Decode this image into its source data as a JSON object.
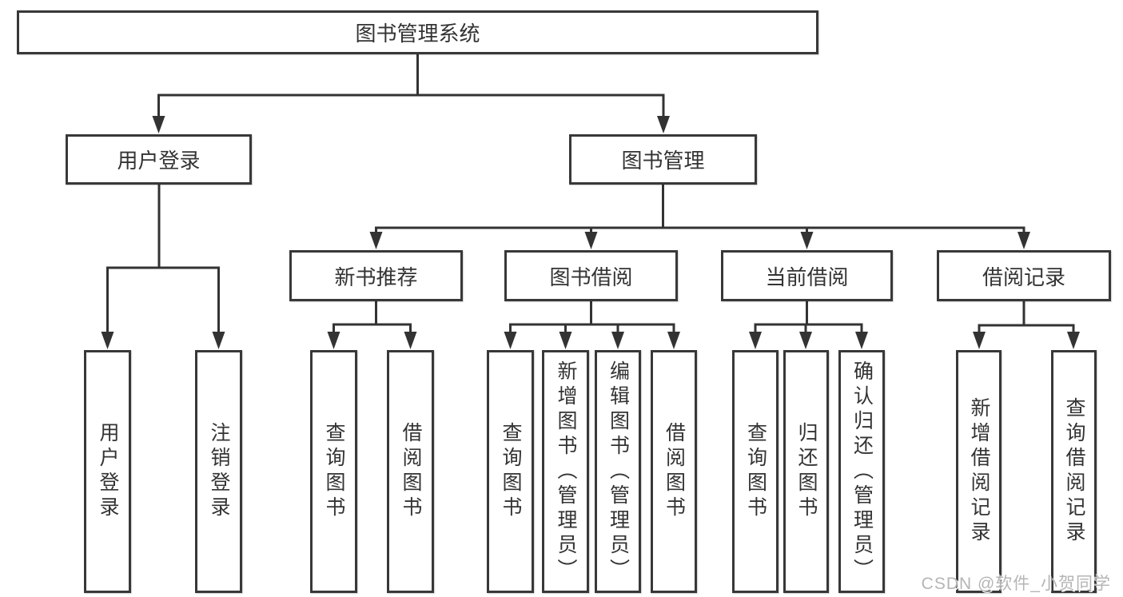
{
  "tree": {
    "label": "图书管理系统",
    "children": [
      {
        "label": "用户登录",
        "children": [
          {
            "label": "用户登录"
          },
          {
            "label": "注销登录"
          }
        ]
      },
      {
        "label": "图书管理",
        "children": [
          {
            "label": "新书推荐",
            "children": [
              {
                "label": "查询图书"
              },
              {
                "label": "借阅图书"
              }
            ]
          },
          {
            "label": "图书借阅",
            "children": [
              {
                "label": "查询图书"
              },
              {
                "label": "新增图书（管理员）"
              },
              {
                "label": "编辑图书（管理员）"
              },
              {
                "label": "借阅图书"
              }
            ]
          },
          {
            "label": "当前借阅",
            "children": [
              {
                "label": "查询图书"
              },
              {
                "label": "归还图书"
              },
              {
                "label": "确认归还（管理员）"
              }
            ]
          },
          {
            "label": "借阅记录",
            "children": [
              {
                "label": "新增借阅记录"
              },
              {
                "label": "查询借阅记录"
              }
            ]
          }
        ]
      }
    ]
  },
  "watermark": {
    "text": "CSDN @软件_小贺同学"
  },
  "colors": {
    "line": "#333333",
    "border": "#383838",
    "text": "#333333",
    "background": "#ffffff",
    "watermark_text": "#b5b5b5"
  }
}
